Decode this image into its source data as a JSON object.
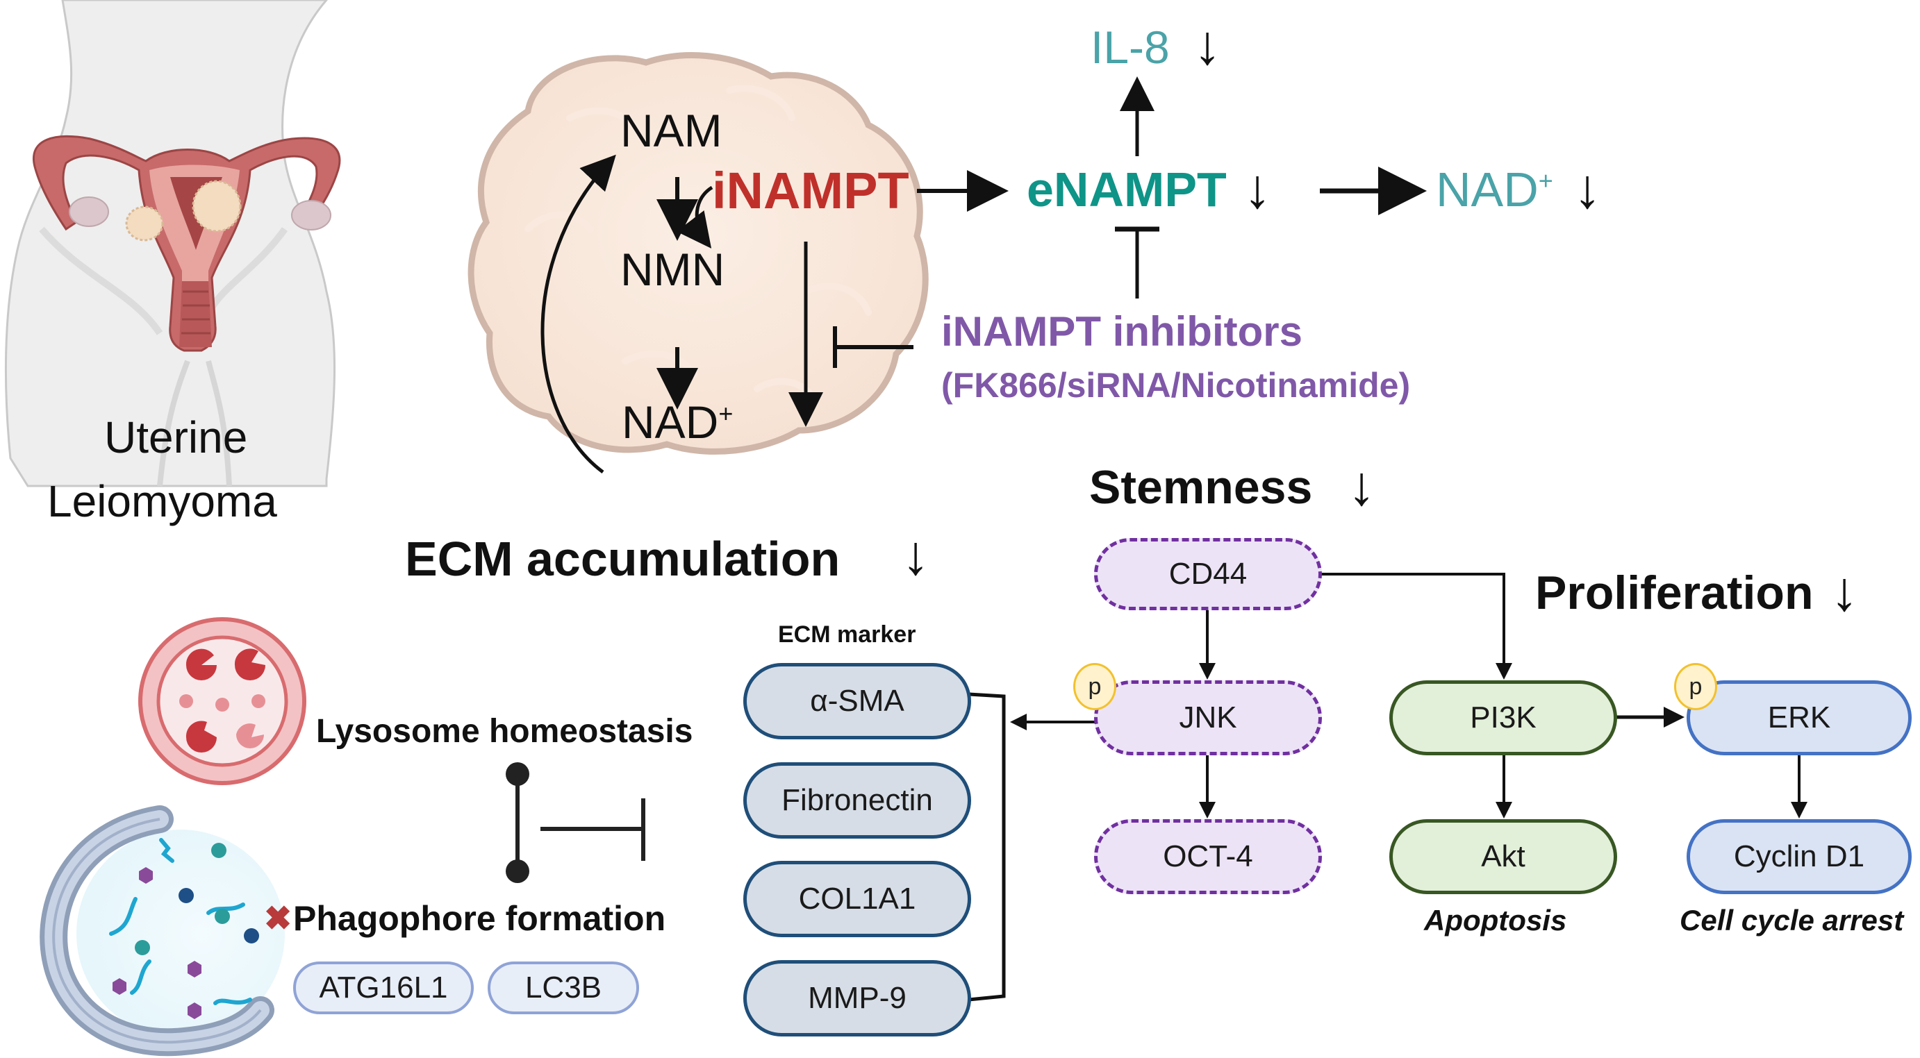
{
  "figure": {
    "organ_label_line1": "Uterine",
    "organ_label_line2": "Leiomyoma"
  },
  "cell": {
    "nam": "NAM",
    "nmn": "NMN",
    "nad": "NAD",
    "nad_sup": "+",
    "inampt": "iNAMPT"
  },
  "extracellular": {
    "enampt": "eNAMPT",
    "nad_out": "NAD",
    "nad_out_sup": "+",
    "il8": "IL-8",
    "inhibitors_title": "iNAMPT inhibitors",
    "inhibitors_list": "(FK866/siRNA/Nicotinamide)"
  },
  "sections": {
    "stemness": "Stemness",
    "ecm_accumulation": "ECM accumulation",
    "proliferation": "Proliferation",
    "ecm_marker": "ECM marker",
    "lysosome": "Lysosome homeostasis",
    "phagophore": "Phagophore formation",
    "phagophore_mark": "✖",
    "down_arrow": "↓"
  },
  "ecm_markers": [
    "α-SMA",
    "Fibronectin",
    "COL1A1",
    "MMP-9"
  ],
  "stemness_nodes": {
    "cd44": "CD44",
    "jnk": "JNK",
    "oct4": "OCT-4"
  },
  "proliferation_nodes": {
    "pi3k": "PI3K",
    "akt": "Akt",
    "erk": "ERK",
    "cyclin": "Cyclin D1"
  },
  "phospho_label": "p",
  "outcomes": {
    "apoptosis": "Apoptosis",
    "cell_cycle": "Cell cycle arrest"
  },
  "autophagy_markers": [
    "ATG16L1",
    "LC3B"
  ],
  "colors": {
    "inampt_red": "#c0302b",
    "enampt_teal": "#0f9488",
    "nad_teal": "#4aa3a8",
    "inhibitor_purple": "#8058a8",
    "ecm_border": "#1f4e79",
    "stem_border": "#7030a0",
    "pi3k_border": "#385723",
    "erk_border": "#4472c4"
  }
}
